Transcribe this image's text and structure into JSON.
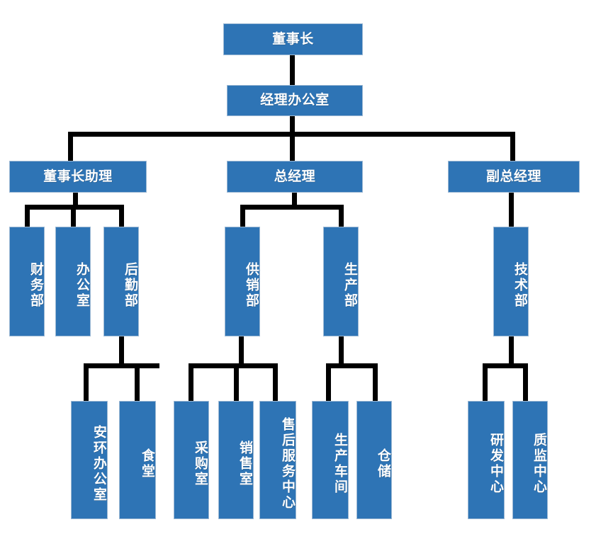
{
  "chart_data": {
    "type": "diagram",
    "diagram_kind": "organizational-chart",
    "title": "",
    "orientation": "top-down",
    "colors": {
      "node_fill": "#2E74B5",
      "node_border": "#9DB9D4",
      "node_text": "#FFFFFF",
      "connector": "#000000",
      "background": "#FFFFFF"
    },
    "levels": [
      {
        "level": 1,
        "nodes": [
          "董事长"
        ]
      },
      {
        "level": 2,
        "nodes": [
          "经理办公室"
        ]
      },
      {
        "level": 3,
        "nodes": [
          "董事长助理",
          "总经理",
          "副总经理"
        ]
      },
      {
        "level": 4,
        "nodes": [
          "财务部",
          "办公室",
          "后勤部",
          "供销部",
          "生产部",
          "技术部"
        ]
      },
      {
        "level": 5,
        "nodes": [
          "安环办公室",
          "食堂",
          "采购室",
          "销售室",
          "售后服务中心",
          "生产车间",
          "仓储",
          "研发中心",
          "质监中心"
        ]
      }
    ],
    "edges": [
      {
        "from": "董事长",
        "to": "经理办公室"
      },
      {
        "from": "经理办公室",
        "to": "董事长助理"
      },
      {
        "from": "经理办公室",
        "to": "总经理"
      },
      {
        "from": "经理办公室",
        "to": "副总经理"
      },
      {
        "from": "董事长助理",
        "to": "财务部"
      },
      {
        "from": "董事长助理",
        "to": "办公室"
      },
      {
        "from": "董事长助理",
        "to": "后勤部"
      },
      {
        "from": "总经理",
        "to": "供销部"
      },
      {
        "from": "总经理",
        "to": "生产部"
      },
      {
        "from": "副总经理",
        "to": "技术部"
      },
      {
        "from": "后勤部",
        "to": "安环办公室"
      },
      {
        "from": "后勤部",
        "to": "食堂"
      },
      {
        "from": "供销部",
        "to": "采购室"
      },
      {
        "from": "供销部",
        "to": "销售室"
      },
      {
        "from": "供销部",
        "to": "售后服务中心"
      },
      {
        "from": "生产部",
        "to": "生产车间"
      },
      {
        "from": "生产部",
        "to": "仓储"
      },
      {
        "from": "技术部",
        "to": "研发中心"
      },
      {
        "from": "技术部",
        "to": "质监中心"
      }
    ]
  },
  "nodes": {
    "chairman": "董事长",
    "manager_office": "经理办公室",
    "chairman_assistant": "董事长助理",
    "general_manager": "总经理",
    "deputy_general_manager": "副总经理",
    "finance_dept": "财务部",
    "office": "办公室",
    "logistics_dept": "后勤部",
    "supply_sales_dept": "供销部",
    "production_dept": "生产部",
    "technology_dept": "技术部",
    "safety_env_office": "安环办公室",
    "canteen": "食堂",
    "purchasing_room": "采购室",
    "sales_room": "销售室",
    "after_sales_center": "售后服务中心",
    "production_workshop": "生产车间",
    "warehouse": "仓储",
    "rd_center": "研发中心",
    "quality_center": "质监中心"
  }
}
